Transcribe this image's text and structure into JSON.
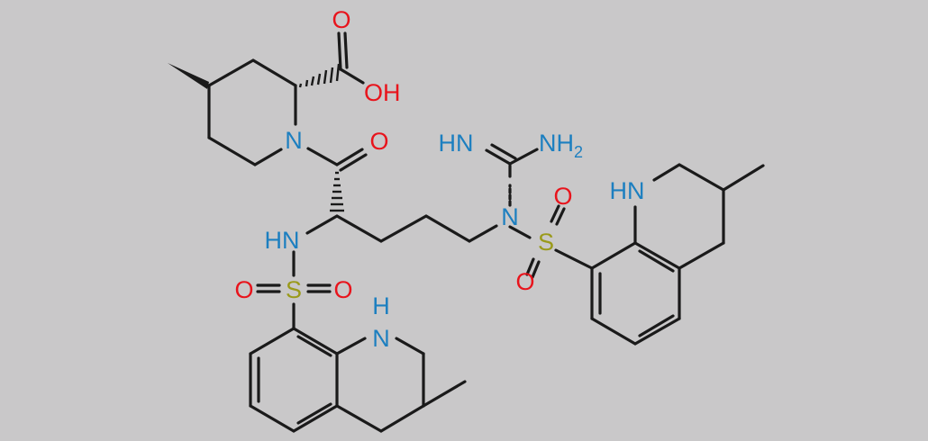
{
  "colors": {
    "background": "#c9c8c9",
    "bond": "#1a1a1a",
    "oxygen": "#e8141c",
    "nitrogen": "#1c7fc0",
    "sulfur": "#9a9a1a"
  },
  "labels": {
    "carbonyl_o_acid": "O",
    "acid_oh": "OH",
    "piperidine_n": "N",
    "amide_o": "O",
    "imine_nh": "HN",
    "amine_nh2": "NH",
    "amine_subscript": "2",
    "guanidine_n": "N",
    "sulfonamide_nh": "HN",
    "sulfur_left": "S",
    "sulfur_left_o1": "O",
    "sulfur_left_o2": "O",
    "sulfur_right": "S",
    "sulfur_right_o1": "O",
    "sulfur_right_o2": "O",
    "quinoline_right_nh": "HN",
    "quinoline_bottom_n": "N",
    "quinoline_bottom_h": "H"
  }
}
